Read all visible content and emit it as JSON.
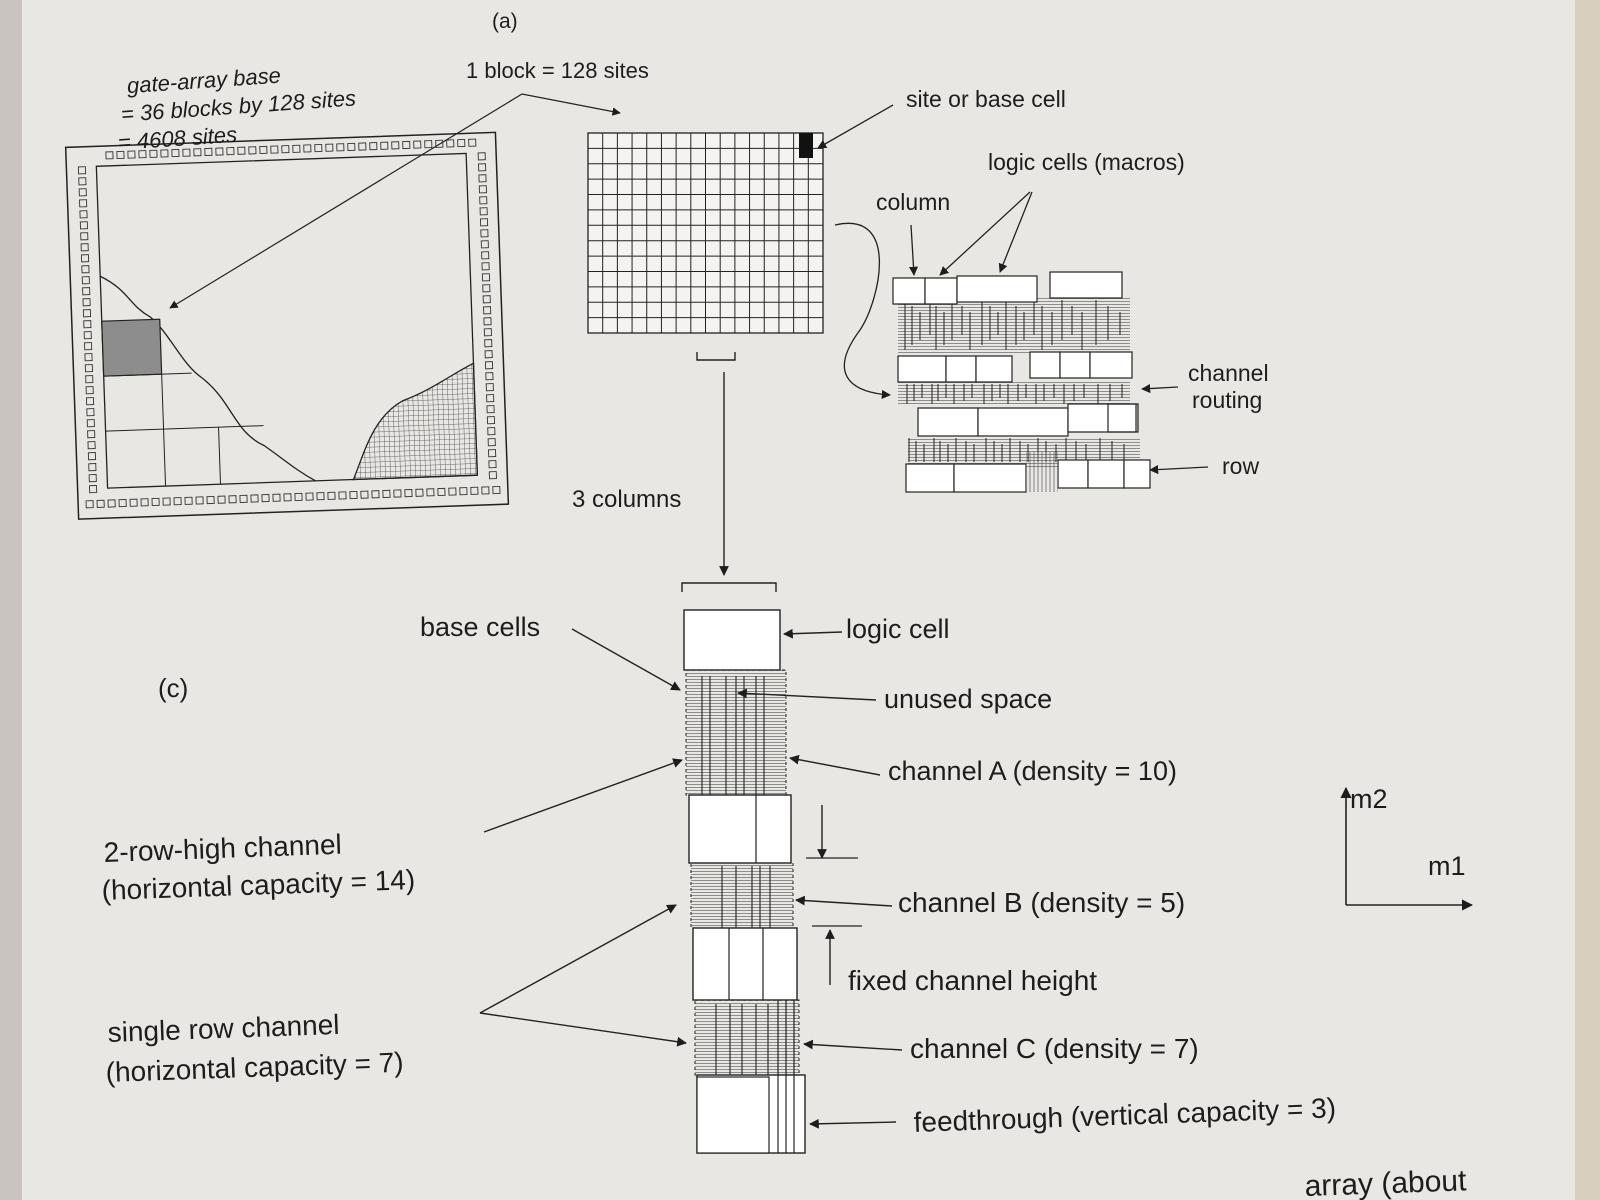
{
  "panel_labels": {
    "a": "(a)",
    "c": "(c)"
  },
  "gate_array": {
    "line1": "gate-array base",
    "line2": "= 36 blocks by 128 sites",
    "line3": "= 4608 sites"
  },
  "block_label": "1 block = 128 sites",
  "site_label": "site or base cell",
  "logic_cells_label": "logic cells (macros)",
  "column_label": "column",
  "channel_routing": {
    "line1": "channel",
    "line2": "routing"
  },
  "row_label": "row",
  "three_columns_label": "3 columns",
  "base_cells_label": "base cells",
  "logic_cell_label": "logic cell",
  "unused_space_label": "unused space",
  "channel_a_label": "channel A (density = 10)",
  "two_row_channel": {
    "line1": "2-row-high channel",
    "line2": "(horizontal capacity = 14)"
  },
  "channel_b_label": "channel B (density = 5)",
  "fixed_height_label": "fixed channel height",
  "single_row_channel": {
    "line1": "single row channel",
    "line2": "(horizontal capacity = 7)"
  },
  "channel_c_label": "channel C (density = 7)",
  "feedthrough_label": "feedthrough (vertical capacity = 3)",
  "axes": {
    "vertical": "m2",
    "horizontal": "m1"
  },
  "footer_fragment": "array (about"
}
